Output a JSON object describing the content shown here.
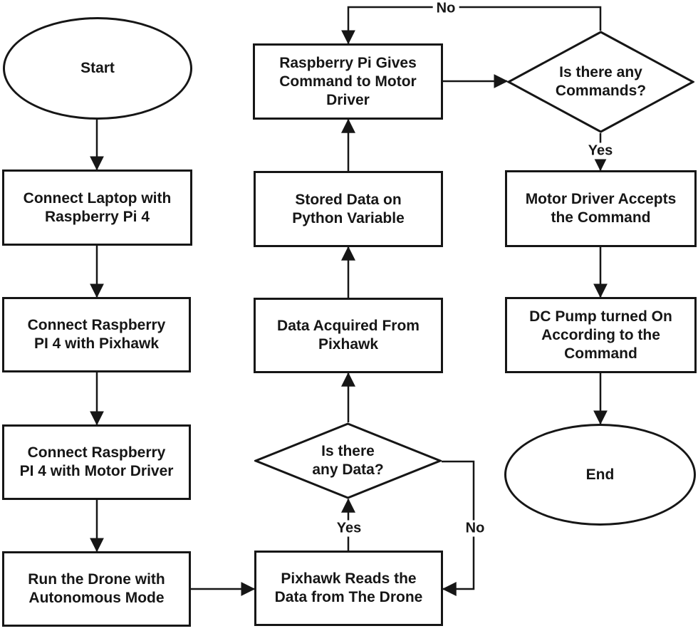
{
  "colors": {
    "ink": "#161616",
    "background": "#ffffff"
  },
  "flowchart": {
    "nodes": {
      "start": {
        "type": "terminator",
        "label": "Start"
      },
      "connect_laptop": {
        "type": "process",
        "label": "Connect Laptop with\nRaspberry Pi 4"
      },
      "connect_pixhawk": {
        "type": "process",
        "label": "Connect Raspberry\nPI 4 with Pixhawk"
      },
      "connect_motor_driver": {
        "type": "process",
        "label": "Connect Raspberry\nPI 4 with Motor Driver"
      },
      "run_drone": {
        "type": "process",
        "label": "Run the Drone with\nAutonomous Mode"
      },
      "pixhawk_reads": {
        "type": "process",
        "label": "Pixhawk Reads the\nData from The Drone"
      },
      "any_data": {
        "type": "decision",
        "label": "Is there\nany Data?"
      },
      "data_acquired": {
        "type": "process",
        "label": "Data Acquired From\nPixhawk"
      },
      "stored_data": {
        "type": "process",
        "label": "Stored Data on\nPython Variable"
      },
      "pi_gives_command": {
        "type": "process",
        "label": "Raspberry Pi Gives\nCommand to Motor\nDriver"
      },
      "any_commands": {
        "type": "decision",
        "label": "Is there any\nCommands?"
      },
      "motor_accepts": {
        "type": "process",
        "label": "Motor Driver Accepts\nthe Command"
      },
      "dc_pump": {
        "type": "process",
        "label": "DC Pump turned On\nAccording to the\nCommand"
      },
      "end": {
        "type": "terminator",
        "label": "End"
      }
    },
    "edge_labels": {
      "no_commands_loop": "No",
      "yes_commands": "Yes",
      "yes_data": "Yes",
      "no_data_loop": "No"
    },
    "edges": [
      {
        "from": "start",
        "to": "connect_laptop"
      },
      {
        "from": "connect_laptop",
        "to": "connect_pixhawk"
      },
      {
        "from": "connect_pixhawk",
        "to": "connect_motor_driver"
      },
      {
        "from": "connect_motor_driver",
        "to": "run_drone"
      },
      {
        "from": "run_drone",
        "to": "pixhawk_reads"
      },
      {
        "from": "pixhawk_reads",
        "to": "any_data",
        "label": "Yes"
      },
      {
        "from": "any_data",
        "to": "data_acquired"
      },
      {
        "from": "any_data",
        "to": "pixhawk_reads",
        "label": "No"
      },
      {
        "from": "data_acquired",
        "to": "stored_data"
      },
      {
        "from": "stored_data",
        "to": "pi_gives_command"
      },
      {
        "from": "pi_gives_command",
        "to": "any_commands"
      },
      {
        "from": "any_commands",
        "to": "motor_accepts",
        "label": "Yes"
      },
      {
        "from": "any_commands",
        "to": "pi_gives_command",
        "label": "No"
      },
      {
        "from": "motor_accepts",
        "to": "dc_pump"
      },
      {
        "from": "dc_pump",
        "to": "end"
      }
    ]
  }
}
